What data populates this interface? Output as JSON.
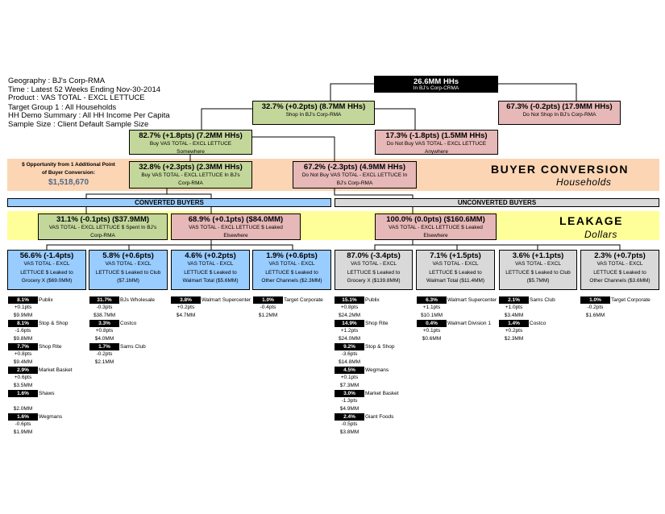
{
  "info": [
    "Geography : BJ's Corp-RMA",
    "Time : Latest 52 Weeks Ending Nov-30-2014",
    "Product : VAS TOTAL - EXCL LETTUCE",
    "Target Group 1 : All Households",
    "HH Demo Summary : All HH Income Per Capita",
    "Sample Size : Client Default Sample Size"
  ],
  "root": {
    "title": "26.6MM HHs",
    "sub": "In BJ's Corp-CRMA"
  },
  "shop": {
    "title": "32.7% (+0.2pts) (8.7MM HHs)",
    "sub": "Shop In BJ's Corp-RMA"
  },
  "noshop": {
    "title": "67.3% (-0.2pts) (17.9MM HHs)",
    "sub": "Do Not Shop In BJ's Corp-RMA"
  },
  "buy": {
    "title": "82.7% (+1.8pts) (7.2MM HHs)",
    "sub1": "Buy VAS TOTAL - EXCL LETTUCE",
    "sub2": "Somewhere"
  },
  "nobuy": {
    "title": "17.3% (-1.8pts) (1.5MM HHs)",
    "sub1": "Do Not Buy VAS TOTAL - EXCL LETTUCE",
    "sub2": "Anywhere"
  },
  "conv": {
    "title": "32.8% (+2.3pts) (2.3MM HHs)",
    "sub1": "Buy VAS TOTAL - EXCL LETTUCE In BJ's",
    "sub2": "Corp-RMA"
  },
  "unconv": {
    "title": "67.2% (-2.3pts) (4.9MM HHs)",
    "sub1": "Do Not Buy VAS TOTAL - EXCL LETTUCE In",
    "sub2": "BJ's Corp-RMA"
  },
  "opportunity": {
    "line1": "$ Opportunity from 1 Additional Point",
    "line2": "of Buyer Conversion:",
    "value": "$1,518,670"
  },
  "buyer_conversion": {
    "title": "BUYER CONVERSION",
    "sub": "Households"
  },
  "leakage": {
    "title": "LEAKAGE",
    "sub": "Dollars"
  },
  "bars": {
    "converted": "CONVERTED BUYERS",
    "unconverted": "UNCONVERTED BUYERS"
  },
  "spent": {
    "title": "31.1% (-0.1pts) ($37.9MM)",
    "sub1": "VAS TOTAL - EXCL LETTUCE $ Spent In BJ's",
    "sub2": "Corp-RMA"
  },
  "leaked_c": {
    "title": "68.9% (+0.1pts) ($84.0MM)",
    "sub1": "VAS TOTAL - EXCL LETTUCE $ Leaked",
    "sub2": "Elsewhere"
  },
  "leaked_u": {
    "title": "100.0% (0.0pts) ($160.6MM)",
    "sub1": "VAS TOTAL - EXCL LETTUCE $ Leaked",
    "sub2": "Elsewhere"
  },
  "leaves": [
    {
      "title": "56.6% (-1.4pts)",
      "l1": "VAS TOTAL - EXCL",
      "l2": "LETTUCE $ Leaked to",
      "l3": "Grocery X ($69.0MM)"
    },
    {
      "title": "5.8% (+0.6pts)",
      "l1": "VAS TOTAL - EXCL",
      "l2": "LETTUCE $ Leaked to Club",
      "l3": "($7.1MM)"
    },
    {
      "title": "4.6% (+0.2pts)",
      "l1": "VAS TOTAL - EXCL",
      "l2": "LETTUCE $ Leaked to",
      "l3": "Walmart Total ($5.6MM)"
    },
    {
      "title": "1.9% (+0.6pts)",
      "l1": "VAS TOTAL - EXCL",
      "l2": "LETTUCE $ Leaked to",
      "l3": "Other Channels ($2.3MM)"
    },
    {
      "title": "87.0% (-3.4pts)",
      "l1": "VAS TOTAL - EXCL",
      "l2": "LETTUCE $ Leaked to",
      "l3": "Grocery X ($139.8MM)"
    },
    {
      "title": "7.1% (+1.5pts)",
      "l1": "VAS TOTAL - EXCL",
      "l2": "LETTUCE $ Leaked to",
      "l3": "Walmart Total ($11.4MM)"
    },
    {
      "title": "3.6% (+1.1pts)",
      "l1": "VAS TOTAL - EXCL",
      "l2": "LETTUCE $ Leaked to Club",
      "l3": "($5.7MM)"
    },
    {
      "title": "2.3% (+0.7pts)",
      "l1": "VAS TOTAL - EXCL",
      "l2": "LETTUCE $ Leaked to",
      "l3": "Other Channels ($3.6MM)"
    }
  ],
  "lists": [
    [
      {
        "pct": "8.1%",
        "chg": "+0.1pts",
        "amt": "$9.9MM",
        "name": "Publix"
      },
      {
        "pct": "8.1%",
        "chg": "-1.6pts",
        "amt": "$9.8MM",
        "name": "Stop & Shop"
      },
      {
        "pct": "7.7%",
        "chg": "+0.8pts",
        "amt": "$9.4MM",
        "name": "Shop Rite"
      },
      {
        "pct": "2.9%",
        "chg": "+0.6pts",
        "amt": "$3.5MM",
        "name": "Market Basket"
      },
      {
        "pct": "1.6%",
        "chg": "",
        "amt": "$2.0MM",
        "name": "Shaws"
      },
      {
        "pct": "1.6%",
        "chg": "-0.6pts",
        "amt": "$1.9MM",
        "name": "Wegmans"
      }
    ],
    [
      {
        "pct": "31.7%",
        "chg": "-0.3pts",
        "amt": "$38.7MM",
        "name": "BJs Wholesale"
      },
      {
        "pct": "3.3%",
        "chg": "+0.8pts",
        "amt": "$4.0MM",
        "name": "Costco"
      },
      {
        "pct": "1.7%",
        "chg": "-0.2pts",
        "amt": "$2.1MM",
        "name": "Sams Club"
      }
    ],
    [
      {
        "pct": "3.8%",
        "chg": "+0.2pts",
        "amt": "$4.7MM",
        "name": "Walmart Supercenter"
      }
    ],
    [
      {
        "pct": "1.0%",
        "chg": "-0.4pts",
        "amt": "$1.2MM",
        "name": "Target Corporate"
      }
    ],
    [
      {
        "pct": "15.1%",
        "chg": "+0.8pts",
        "amt": "$24.2MM",
        "name": "Publix"
      },
      {
        "pct": "14.9%",
        "chg": "+1.2pts",
        "amt": "$24.0MM",
        "name": "Shop Rite"
      },
      {
        "pct": "9.2%",
        "chg": "-3.6pts",
        "amt": "$14.8MM",
        "name": "Stop & Shop"
      },
      {
        "pct": "4.5%",
        "chg": "+0.1pts",
        "amt": "$7.3MM",
        "name": "Wegmans"
      },
      {
        "pct": "3.0%",
        "chg": "-1.3pts",
        "amt": "$4.9MM",
        "name": "Market Basket"
      },
      {
        "pct": "2.4%",
        "chg": "-0.5pts",
        "amt": "$3.8MM",
        "name": "Giant Foods"
      }
    ],
    [
      {
        "pct": "6.3%",
        "chg": "+1.1pts",
        "amt": "$10.1MM",
        "name": "Walmart Supercenter"
      },
      {
        "pct": "0.4%",
        "chg": "+0.1pts",
        "amt": "$0.6MM",
        "name": "Walmart Division 1"
      }
    ],
    [
      {
        "pct": "2.1%",
        "chg": "+1.0pts",
        "amt": "$3.4MM",
        "name": "Sams Club"
      },
      {
        "pct": "1.4%",
        "chg": "+0.2pts",
        "amt": "$2.3MM",
        "name": "Costco"
      }
    ],
    [
      {
        "pct": "1.0%",
        "chg": "-0.2pts",
        "amt": "$1.6MM",
        "name": "Target Corporate"
      }
    ]
  ],
  "colors": {
    "green": "#c4d79b",
    "pink": "#e6b8b7",
    "blue": "#99ccff",
    "gray": "#d9d9d9",
    "orange": "#fcd5b4",
    "yellow": "#ffff99"
  }
}
